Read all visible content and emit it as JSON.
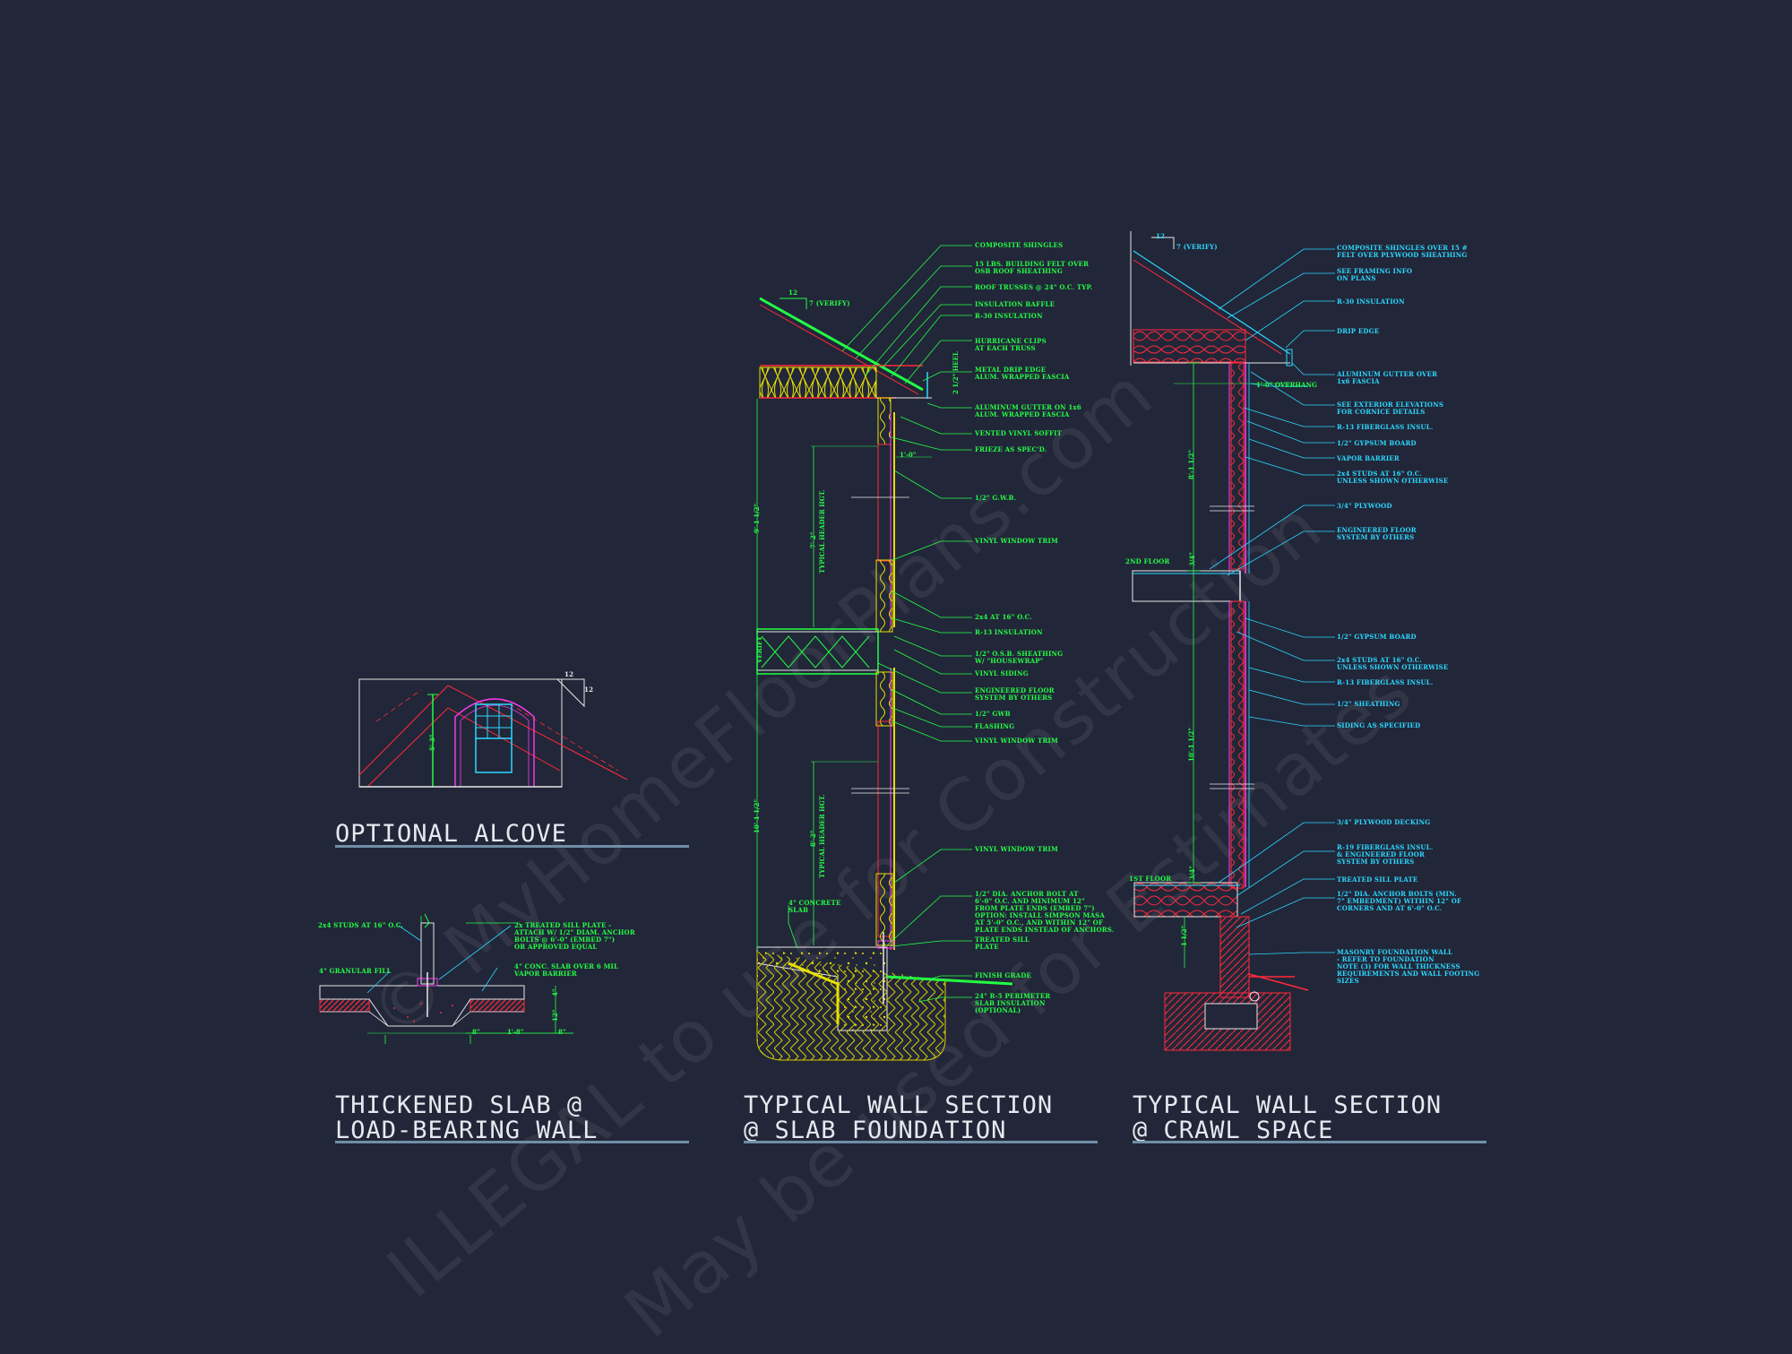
{
  "watermark": {
    "line1": "© MyHomeFloorPlans.com",
    "line2": "ILLEGAL to use for Construction",
    "line3": "May be used for Estimates"
  },
  "titles": {
    "alcove": "OPTIONAL ALCOVE",
    "slab_line1": "THICKENED SLAB @",
    "slab_line2": "LOAD-BEARING WALL",
    "wall_slab_line1": "TYPICAL WALL SECTION",
    "wall_slab_line2": "@ SLAB FOUNDATION",
    "wall_crawl_line1": "TYPICAL WALL SECTION",
    "wall_crawl_line2": "@ CRAWL SPACE"
  },
  "slab_section": {
    "labels": [
      "COMPOSITE SHINGLES",
      "15 LBS. BUILDING FELT OVER\nOSB ROOF SHEATHING",
      "ROOF TRUSSES @ 24\" O.C. TYP.",
      "INSULATION BAFFLE",
      "R-30 INSULATION",
      "HURRICANE CLIPS\nAT EACH TRUSS",
      "METAL DRIP EDGE\nALUM. WRAPPED FASCIA",
      "ALUMINUM GUTTER ON 1x6\nALUM. WRAPPED FASCIA",
      "VENTED VINYL SOFFIT",
      "FRIEZE AS SPEC'D.",
      "1/2\" G.W.B.",
      "VINYL WINDOW TRIM",
      "2x4 AT 16\" O.C.",
      "R-13 INSULATION",
      "1/2\" O.S.B. SHEATHING\nW/ \"HOUSEWRAP\"",
      "VINYL SIDING",
      "ENGINEERED FLOOR\nSYSTEM BY OTHERS",
      "1/2\" GWB",
      "FLASHING",
      "VINYL WINDOW TRIM",
      "VINYL WINDOW TRIM",
      "1/2\" DIA. ANCHOR BOLT AT\n6'-0\" O.C. AND MINIMUM 12\"\nFROM PLATE ENDS (EMBED 7\")\nOPTION: INSTALL SIMPSON MASA\nAT 5'-0\" O.C., AND WITHIN 12\" OF\nPLATE ENDS INSTEAD OF ANCHORS.",
      "TREATED SILL\nPLATE",
      "FINISH GRADE",
      "24\" R-5 PERIMETER\nSLAB INSULATION\n(OPTIONAL)",
      "4\" CONCRETE\nSLAB"
    ],
    "pitch": "7 (VERIFY)",
    "pitch_run": "12",
    "dims": [
      "9'-1 1/2\"",
      "TYPICAL HEADER HGT.",
      "7'-2\"",
      "10'-1 1/2\"",
      "TYPICAL HEADER HGT.",
      "8'-2\"",
      "1'-0\"",
      "2 1/2\" HEEL",
      "VERIFY"
    ]
  },
  "crawl_section": {
    "labels": [
      "COMPOSITE SHINGLES OVER 15 #\nFELT OVER PLYWOOD SHEATHING",
      "SEE FRAMING INFO\nON PLANS",
      "R-30 INSULATION",
      "DRIP EDGE",
      "ALUMINUM GUTTER OVER\n1x6 FASCIA",
      "SEE EXTERIOR ELEVATIONS\nFOR CORNICE DETAILS",
      "R-13 FIBERGLASS INSUL.",
      "1/2\" GYPSUM BOARD",
      "VAPOR BARRIER",
      "2x4 STUDS AT 16\" O.C.\nUNLESS SHOWN OTHERWISE",
      "3/4\" PLYWOOD",
      "ENGINEERED FLOOR\nSYSTEM BY OTHERS",
      "1/2\" GYPSUM BOARD",
      "2x4 STUDS AT 16\" O.C.\nUNLESS SHOWN OTHERWISE",
      "R-13 FIBERGLASS INSUL.",
      "1/2\" SHEATHING",
      "SIDING AS SPECIFIED",
      "3/4\" PLYWOOD DECKING",
      "R-19 FIBERGLASS INSUL.\n& ENGINEERED FLOOR\nSYSTEM BY OTHERS",
      "TREATED SILL PLATE",
      "1/2\" DIA. ANCHOR BOLTS (MIN.\n7\" EMBEDMENT) WITHIN 12\" OF\nCORNERS AND AT 6'-0\" O.C.",
      "MASONRY FOUNDATION WALL\n- REFER TO FOUNDATION\nNOTE (3) FOR WALL THICKNESS\nREQUIREMENTS AND WALL FOOTING\nSIZES"
    ],
    "pitch": "7 (VERIFY)",
    "pitch_run": "12",
    "floor_2": "2ND FLOOR",
    "floor_1": "1ST FLOOR",
    "dims": [
      "8'-1 1/2\"",
      "10'-1 1/2\"",
      "1'-0\" OVERHANG",
      "1 1/2\"",
      "3/4\"",
      "3/4\""
    ]
  },
  "thickened_slab": {
    "labels": [
      "2x4 STUDS AT 16\" O.C.",
      "2x TREATED SILL PLATE -\nATTACH W/ 1/2\" DIAM. ANCHOR\nBOLTS @ 6'-0\" (EMBED 7\")\nOR APPROVED EQUAL",
      "4\" GRANULAR FILL",
      "4\" CONC. SLAB OVER 6 MIL\nVAPOR BARRIER"
    ],
    "dims": [
      "8\"",
      "1'-8\"",
      "8\"",
      "12\"",
      "4\""
    ]
  },
  "alcove": {
    "pitch_rise": "12",
    "pitch_run": "12",
    "dim": "5'-3\""
  },
  "colors": {
    "background": "#222639",
    "green": "#22ff44",
    "cyan": "#2bd9ff",
    "red": "#ff2a3a",
    "magenta": "#ff3cf0",
    "yellow": "#e8e000"
  }
}
